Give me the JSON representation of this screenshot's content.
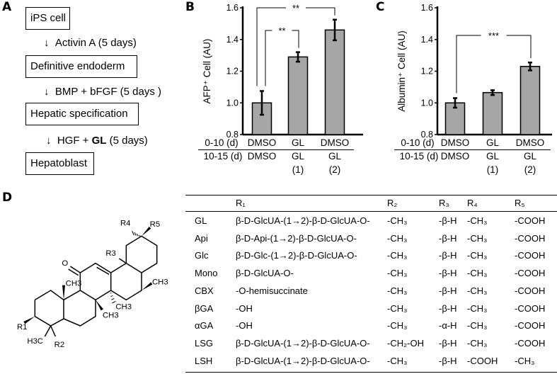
{
  "panel_labels": {
    "a": "A",
    "b": "B",
    "c": "C",
    "d": "D"
  },
  "flow": {
    "boxes": [
      "iPS cell",
      "Definitive endoderm",
      "Hepatic specification",
      "Hepatoblast"
    ],
    "steps": [
      {
        "arrow": "↓",
        "pre": "Activin A (5 days)",
        "bold": "",
        "post": ""
      },
      {
        "arrow": "↓",
        "pre": "BMP + bFGF (5 days )",
        "bold": "",
        "post": ""
      },
      {
        "arrow": "↓",
        "pre": "HGF + ",
        "bold": "GL",
        "post": " (5 days)"
      }
    ]
  },
  "chart_data": [
    {
      "type": "bar",
      "ylabel": "AFP⁺ Cell (AU)",
      "ylim": [
        0.8,
        1.6
      ],
      "yticks": [
        "0.8",
        "1.0",
        "1.2",
        "1.4",
        "1.6"
      ],
      "values": [
        1.0,
        1.29,
        1.46
      ],
      "errors": [
        0.075,
        0.03,
        0.065
      ],
      "bar_color": "#a6a6a6",
      "significance": [
        {
          "from": 0,
          "to": 2,
          "label": "**"
        },
        {
          "from": 0,
          "to": 1,
          "label": "**"
        }
      ],
      "condition_rows": [
        {
          "label": "0-10 (d)",
          "values": [
            "DMSO",
            "GL",
            "DMSO"
          ]
        },
        {
          "label": "10-15 (d)",
          "values": [
            "DMSO",
            "GL",
            "GL"
          ]
        },
        {
          "label": "",
          "values": [
            "",
            "(1)",
            "(2)"
          ]
        }
      ]
    },
    {
      "type": "bar",
      "ylabel": "Albumin⁺ Cell (AU)",
      "ylim": [
        0.8,
        1.6
      ],
      "yticks": [
        "0.8",
        "1.0",
        "1.2",
        "1.4",
        "1.6"
      ],
      "values": [
        1.0,
        1.065,
        1.23
      ],
      "errors": [
        0.03,
        0.015,
        0.025
      ],
      "bar_color": "#a6a6a6",
      "significance": [
        {
          "from": 0,
          "to": 2,
          "label": "***"
        }
      ],
      "condition_rows": [
        {
          "label": "0-10 (d)",
          "values": [
            "DMSO",
            "GL",
            "DMSO"
          ]
        },
        {
          "label": "10-15 (d)",
          "values": [
            "DMSO",
            "GL",
            "GL"
          ]
        },
        {
          "label": "",
          "values": [
            "",
            "(1)",
            "(2)"
          ]
        }
      ]
    }
  ],
  "structure": {
    "o": "O",
    "r1": "R1",
    "r2": "R2",
    "r3": "R3",
    "r4": "R4",
    "r5": "R5",
    "ch3": "CH3",
    "h3c": "H3C"
  },
  "table": {
    "headers": [
      "",
      "R₁",
      "R₂",
      "R₃",
      "R₄",
      "R₅"
    ],
    "rows": [
      [
        "GL",
        "β-D-GlcUA-(1→2)-β-D-GlcUA-O-",
        "-CH₃",
        "-β-H",
        "-CH₃",
        "-COOH"
      ],
      [
        "Api",
        "β-D-Api-(1→2)-β-D-GlcUA-O-",
        "-CH₃",
        "-β-H",
        "-CH₃",
        "-COOH"
      ],
      [
        "Glc",
        "β-D-Glc-(1→2)-β-D-GlcUA-O-",
        "-CH₃",
        "-β-H",
        "-CH₃",
        "-COOH"
      ],
      [
        "Mono",
        "β-D-GlcUA-O-",
        "-CH₃",
        "-β-H",
        "-CH₃",
        "-COOH"
      ],
      [
        "CBX",
        "-O-hemisuccinate",
        "-CH₃",
        "-β-H",
        "-CH₃",
        "-COOH"
      ],
      [
        "βGA",
        "-OH",
        "-CH₃",
        "-β-H",
        "-CH₃",
        "-COOH"
      ],
      [
        "αGA",
        "-OH",
        "-CH₃",
        "-α-H",
        "-CH₃",
        "-COOH"
      ],
      [
        "LSG",
        "β-D-GlcUA-(1→2)-β-D-GlcUA-O-",
        "-CH₂-OH",
        "-β-H",
        "-CH₃",
        "-COOH"
      ],
      [
        "LSH",
        "β-D-GlcUA-(1→2)-β-D-GlcUA-O-",
        "-CH₃",
        "-β-H",
        "-COOH",
        "-CH₃"
      ]
    ]
  }
}
